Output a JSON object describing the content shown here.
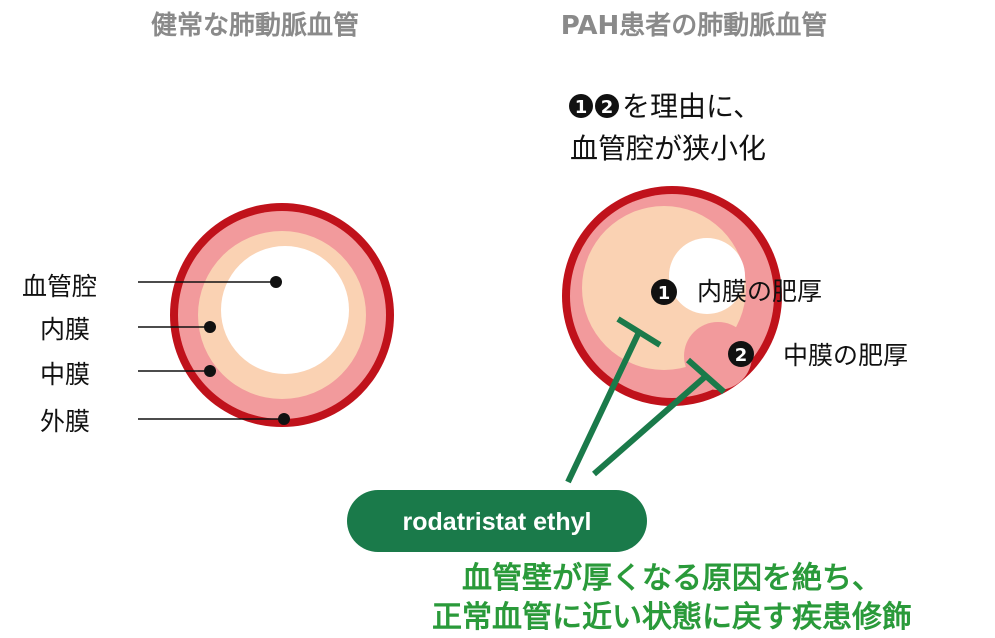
{
  "titles": {
    "healthy": "健常な肺動脈血管",
    "pah": "PAH患者の肺動脈血管"
  },
  "healthy_labels": [
    "血管腔",
    "内膜",
    "中膜",
    "外膜"
  ],
  "pah_note": {
    "badge1": "1",
    "badge2": "2",
    "line1_suffix": "を理由に、",
    "line2": "血管腔が狭小化"
  },
  "pah_labels": {
    "intima_num": "1",
    "intima": "内膜の肥厚",
    "media_num": "2",
    "media": "中膜の肥厚"
  },
  "drug": "rodatristat ethyl",
  "conclusion": {
    "line1": "血管壁が厚くなる原因を絶ち、",
    "line2": "正常血管に近い状態に戻す疾患修飾"
  },
  "colors": {
    "adventitia": "#c0121b",
    "media": "#f29a9c",
    "intima": "#fad2b3",
    "lumen": "#ffffff",
    "drug_green": "#1a7a4a",
    "title_gray": "#8a8a8a",
    "conclusion_green": "#2a9a3a"
  }
}
